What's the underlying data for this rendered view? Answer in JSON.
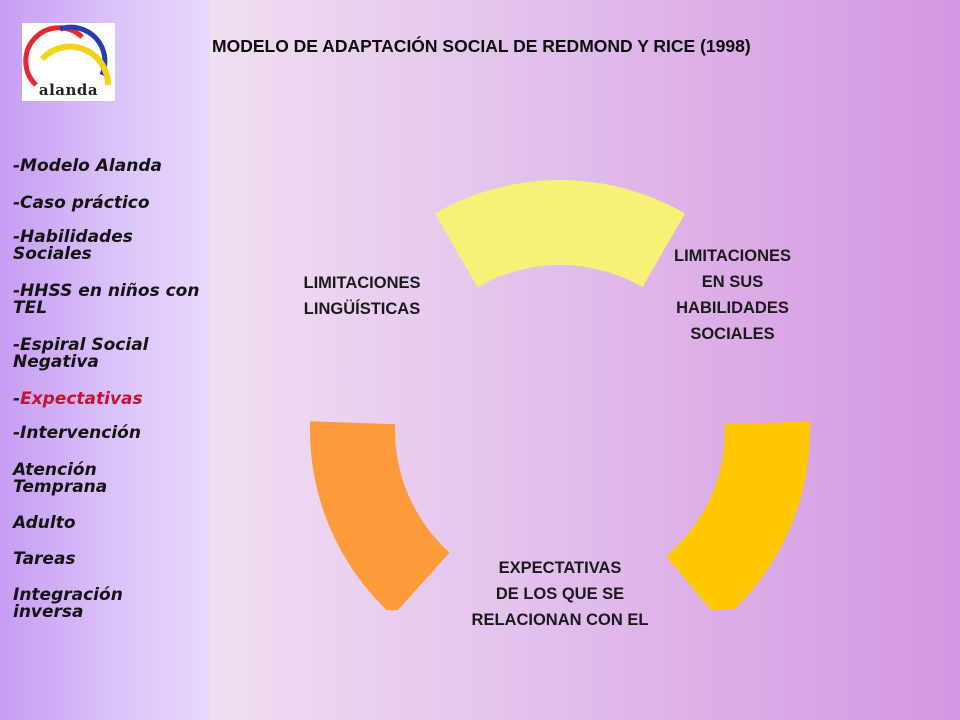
{
  "logo": {
    "text": "alanda"
  },
  "title": "MODELO DE ADAPTACIÓN SOCIAL DE REDMOND Y RICE (1998)",
  "nav": [
    {
      "label": "-Modelo Alanda"
    },
    {
      "label": "-Caso práctico"
    },
    {
      "label": "-Habilidades Sociales"
    },
    {
      "label": "-HHSS en niños con TEL"
    },
    {
      "label": "-Espiral Social Negativa"
    },
    {
      "label": "Expectativas",
      "prefix": "-",
      "active": true
    },
    {
      "label": "-Intervención"
    },
    {
      "label": "Atención Temprana"
    },
    {
      "label": "Adulto"
    },
    {
      "label": "Tareas"
    },
    {
      "label": "Integración inversa"
    }
  ],
  "diagram": {
    "segments": [
      {
        "label": "LIMITACIONES\nLINGÜÍSTICAS",
        "color": "#f7f177"
      },
      {
        "label": "LIMITACIONES\nEN SUS\nHABILIDADES\nSOCIALES",
        "color": "#ffc800"
      },
      {
        "label": "EXPECTATIVAS\nDE LOS QUE SE\nRELACIONAN CON EL",
        "color": "#ff9a3a"
      }
    ]
  },
  "colors": {
    "active_nav": "#c4122f"
  }
}
